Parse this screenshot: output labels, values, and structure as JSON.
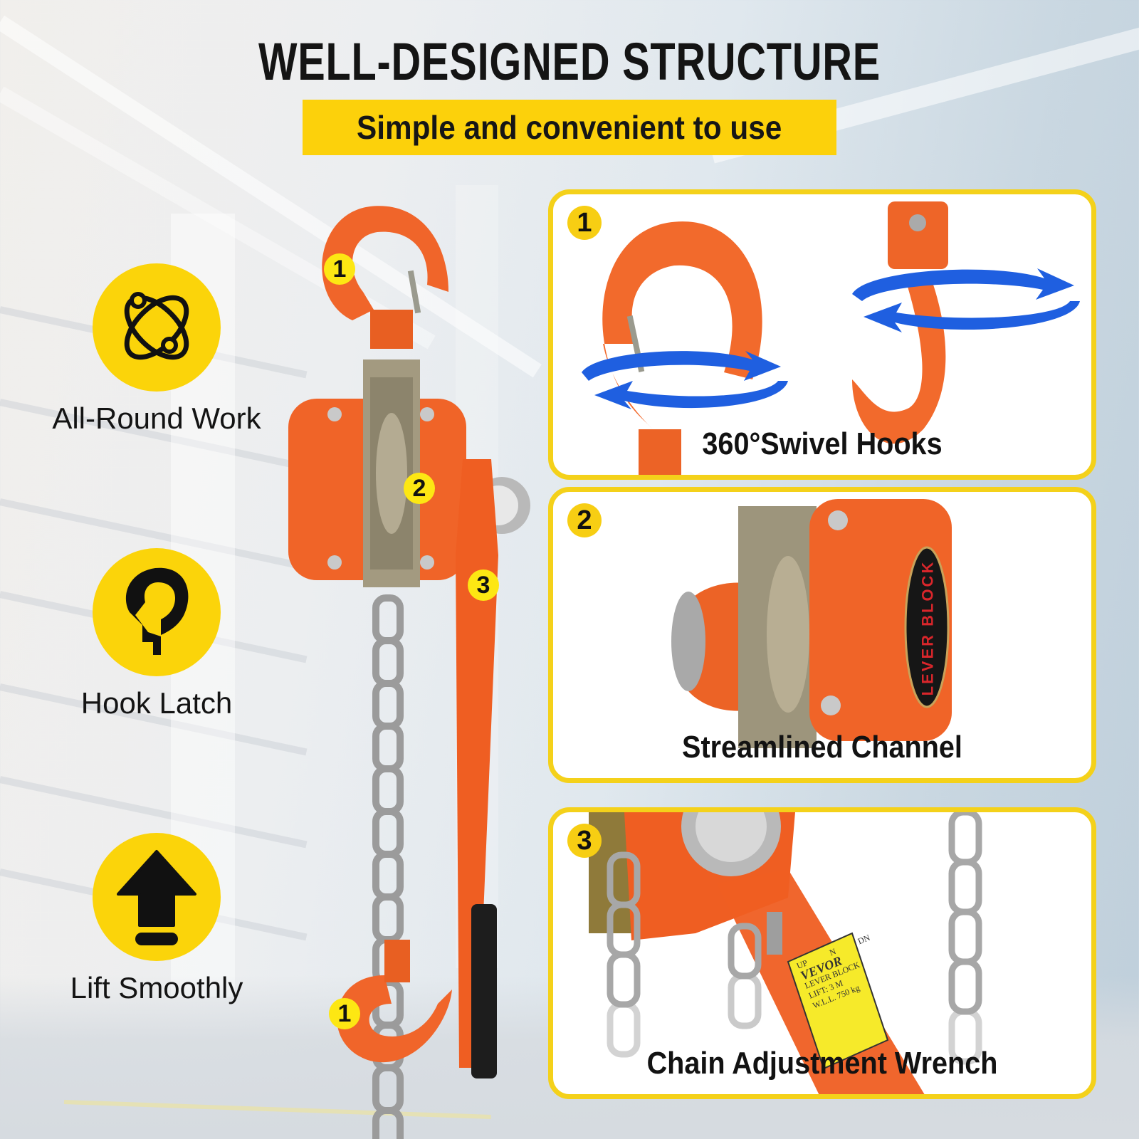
{
  "header": {
    "title": "WELL-DESIGNED STRUCTURE",
    "subtitle": "Simple and convenient to use"
  },
  "features": [
    {
      "icon": "atom-icon",
      "label": "All-Round Work"
    },
    {
      "icon": "hook-icon",
      "label": "Hook Latch"
    },
    {
      "icon": "arrow-up-icon",
      "label": "Lift Smoothly"
    }
  ],
  "product": {
    "callouts": [
      "1",
      "2",
      "3",
      "1"
    ],
    "label_brand": "VEVOR"
  },
  "cards": [
    {
      "number": "1",
      "caption": "360°Swivel Hooks"
    },
    {
      "number": "2",
      "caption": "Streamlined Channel",
      "plate_text": "LEVER BLOCK"
    },
    {
      "number": "3",
      "caption": "Chain Adjustment Wrench",
      "tag": {
        "up": "UP",
        "n": "N",
        "dn": "DN",
        "brand": "VEVOR",
        "model": "LEVER BLOCK",
        "lift": "LIFT: 3 M",
        "wll": "W.L.L. 750 kg"
      }
    }
  ],
  "colors": {
    "accent_yellow": "#fcd10b",
    "card_border": "#f4d11a",
    "product_orange": "#f0652a",
    "arrow_blue": "#1f5fe0",
    "text_dark": "#141414"
  }
}
